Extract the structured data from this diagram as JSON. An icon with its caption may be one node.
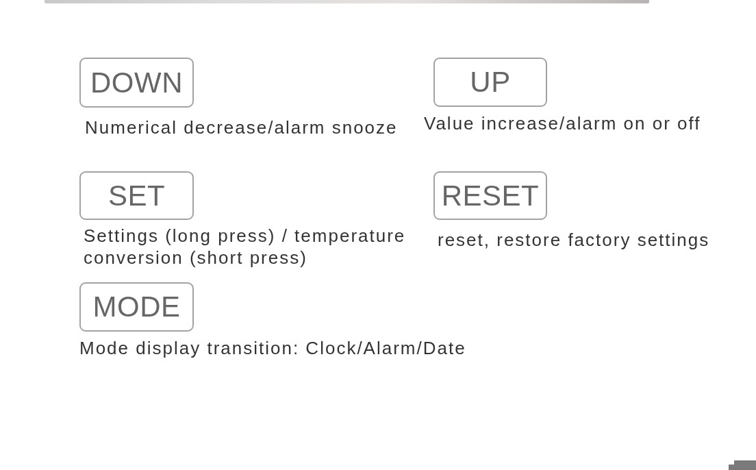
{
  "diagram": {
    "nodes": [
      {
        "text": [
          "DOWN"
        ],
        "beside": [
          "Numerical decrease/alarm snooze"
        ]
      },
      {
        "text": [
          "UP"
        ],
        "beside": [
          "Value increase/alarm on or off"
        ]
      },
      {
        "text": [
          "SET"
        ],
        "beside": [
          "Settings (long press) / temperature conversion (short press)"
        ]
      },
      {
        "text": [
          "RESET"
        ],
        "beside": [
          "reset, restore factory settings"
        ]
      },
      {
        "text": [
          "MODE"
        ],
        "beside": [
          "Mode display transition: Clock/Alarm/Date"
        ]
      }
    ]
  }
}
